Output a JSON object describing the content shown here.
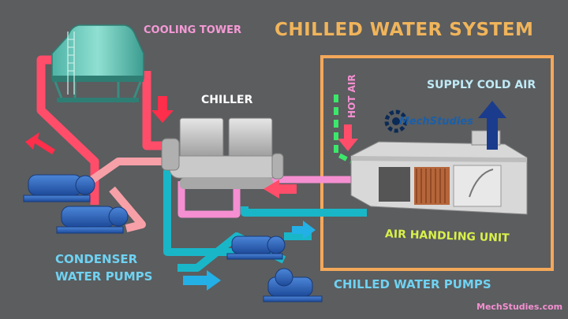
{
  "title": "CHILLED WATER SYSTEM",
  "labels": {
    "cooling_tower": "COOLING TOWER",
    "chiller": "CHILLER",
    "supply_cold_air": "SUPPLY COLD AIR",
    "hot_air": "HOT AIR",
    "air_handling_unit": "AIR HANDLING UNIT",
    "condenser_line1": "CONDENSER",
    "condenser_line2": "WATER PUMPS",
    "chilled_water_pumps": "CHILLED WATER PUMPS"
  },
  "watermarks": {
    "logo_text": "MechStudies",
    "site": "MechStudies.com"
  },
  "colors": {
    "background": "#5b5d5f",
    "condenser_hot": "#ff4d6a",
    "condenser_return": "#f7a0a8",
    "chilled_supply": "#19b6c8",
    "chilled_return": "#f58fd1",
    "cold_air_arrow": "#1b3c8c",
    "ahu_frame": "#f4a85a",
    "title": "#f0b45a",
    "pump_blue": "#2a5db0"
  },
  "icons": [
    "cooling-tower-icon",
    "chiller-icon",
    "pump-icon",
    "air-handling-unit-icon",
    "arrow-icon",
    "gear-logo-icon"
  ]
}
